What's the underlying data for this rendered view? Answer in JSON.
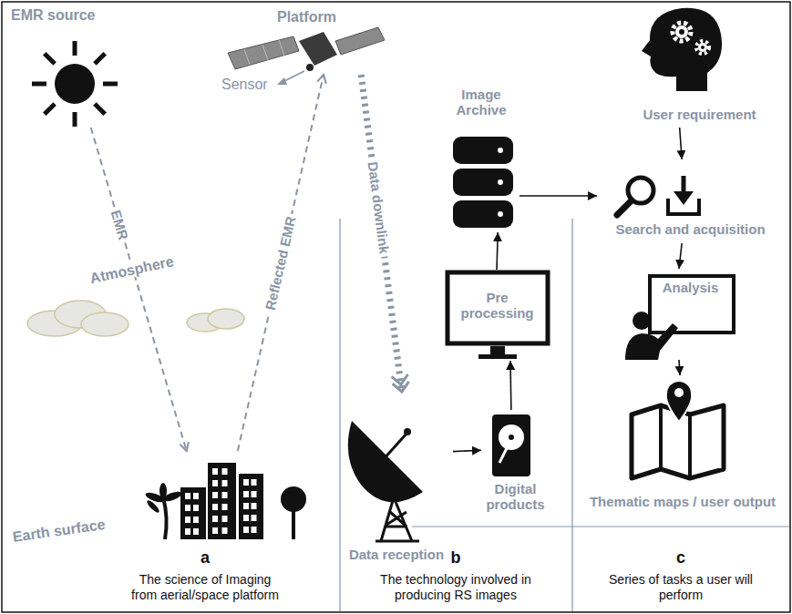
{
  "diagram": {
    "nodes": [
      {
        "text": [
          "EMR source"
        ]
      },
      {
        "text": [
          "Platform"
        ]
      },
      {
        "text": [
          "Earth surface"
        ]
      },
      {
        "text": [
          "Data reception"
        ]
      },
      {
        "text": [
          "Digital products"
        ]
      },
      {
        "text": [
          "Pre processing"
        ]
      },
      {
        "text": [
          "Image Archive"
        ]
      },
      {
        "text": [
          "User requirement"
        ]
      },
      {
        "text": [
          "Search and acquisition"
        ]
      },
      {
        "text": [
          "Analysis"
        ]
      },
      {
        "text": [
          "Thematic maps / user output"
        ]
      }
    ],
    "edges": [
      {
        "from": 0,
        "to": 2,
        "label": "EMR",
        "arrow": "to"
      },
      {
        "from": 2,
        "to": 1,
        "label": "Reflected EMR",
        "arrow": "to"
      },
      {
        "from": 1,
        "to": 3,
        "label": "Data downlink",
        "arrow": "to"
      },
      {
        "from": 3,
        "to": 4,
        "arrow": "to"
      },
      {
        "from": 4,
        "to": 5,
        "arrow": "to"
      },
      {
        "from": 5,
        "to": 6,
        "arrow": "to"
      },
      {
        "from": 6,
        "to": 8,
        "arrow": "to"
      },
      {
        "from": 7,
        "to": 8,
        "arrow": "to"
      },
      {
        "from": 8,
        "to": 9,
        "arrow": "to"
      },
      {
        "from": 9,
        "to": 10,
        "arrow": "to"
      }
    ],
    "labels": [
      "Sensor",
      "Atmosphere",
      "a",
      "The science of Imaging from aerial/space platform",
      "b",
      "The technology involved in producing RS images",
      "c",
      "Series of tasks a user will perform"
    ]
  }
}
